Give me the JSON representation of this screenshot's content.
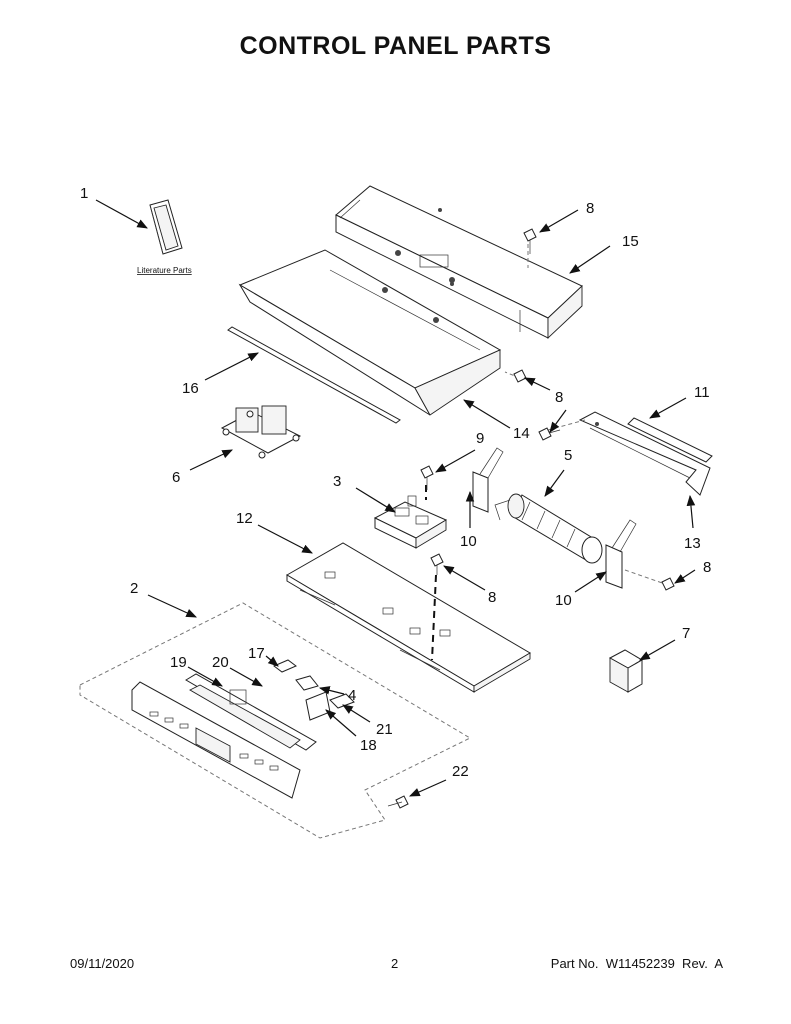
{
  "page": {
    "title": "CONTROL PANEL PARTS",
    "literature_label": "Literature Parts"
  },
  "callouts": [
    {
      "id": "c1",
      "label": "1"
    },
    {
      "id": "c2",
      "label": "2"
    },
    {
      "id": "c3",
      "label": "3"
    },
    {
      "id": "c4",
      "label": "4"
    },
    {
      "id": "c5",
      "label": "5"
    },
    {
      "id": "c6",
      "label": "6"
    },
    {
      "id": "c7",
      "label": "7"
    },
    {
      "id": "c8a",
      "label": "8"
    },
    {
      "id": "c8b",
      "label": "8"
    },
    {
      "id": "c8c",
      "label": "8"
    },
    {
      "id": "c8d",
      "label": "8"
    },
    {
      "id": "c9",
      "label": "9"
    },
    {
      "id": "c10a",
      "label": "10"
    },
    {
      "id": "c10b",
      "label": "10"
    },
    {
      "id": "c11",
      "label": "11"
    },
    {
      "id": "c12",
      "label": "12"
    },
    {
      "id": "c13",
      "label": "13"
    },
    {
      "id": "c14",
      "label": "14"
    },
    {
      "id": "c15",
      "label": "15"
    },
    {
      "id": "c16",
      "label": "16"
    },
    {
      "id": "c17",
      "label": "17"
    },
    {
      "id": "c18",
      "label": "18"
    },
    {
      "id": "c19",
      "label": "19"
    },
    {
      "id": "c20",
      "label": "20"
    },
    {
      "id": "c21",
      "label": "21"
    },
    {
      "id": "c22",
      "label": "22"
    }
  ],
  "footer": {
    "date": "09/11/2020",
    "page_number": "2",
    "part_info": "Part No.  W11452239  Rev.  A"
  }
}
